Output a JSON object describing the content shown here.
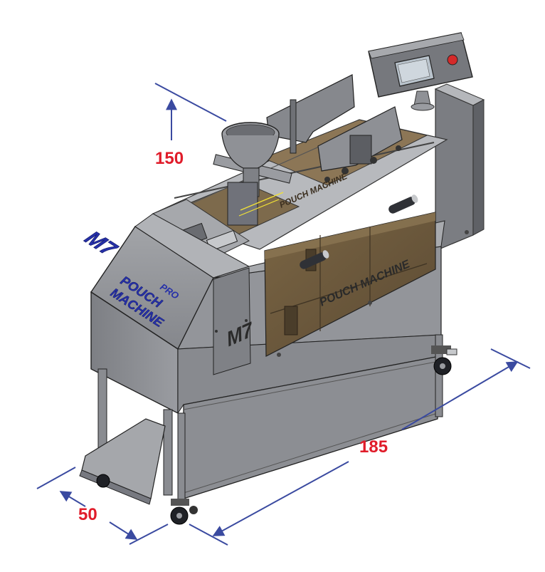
{
  "dimensions": {
    "height": "150",
    "depth": "50",
    "length": "185"
  },
  "branding": {
    "logo_mark": "M7",
    "logo_suffix": "PRO",
    "front_line1": "POUCH",
    "front_line2": "MACHINE",
    "window_text": "POUCH MACHINE",
    "top_text": "POUCH MACHINE"
  },
  "colors": {
    "dimension_line": "#3a4aa0",
    "dimension_text": "#e01c2a",
    "brand_text": "#2630a8",
    "machine_body": "#8a8c90",
    "window_tint": "#6e5a3e"
  }
}
